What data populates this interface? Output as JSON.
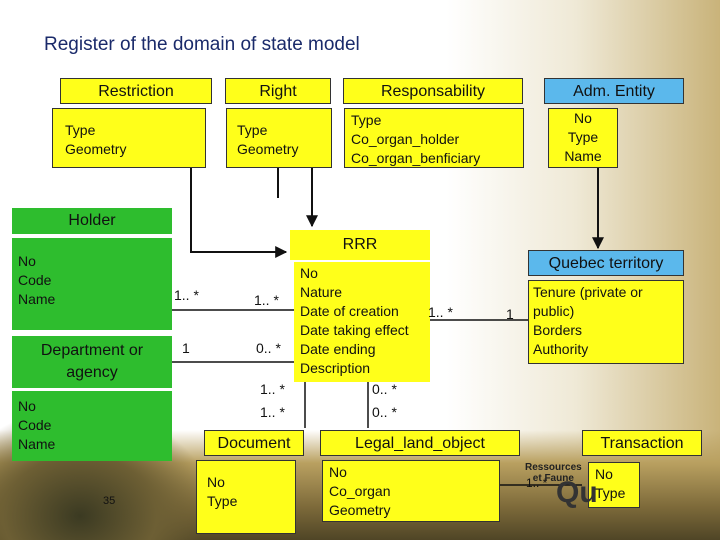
{
  "title": "Register of the domain of state model",
  "boxes": {
    "restriction": {
      "name": "Restriction",
      "attrs": [
        "Type",
        "Geometry"
      ]
    },
    "right": {
      "name": "Right",
      "attrs": [
        "Type",
        "Geometry"
      ]
    },
    "responsability": {
      "name": "Responsability",
      "attrs": [
        "Type",
        "Co_organ_holder",
        "Co_organ_benficiary"
      ]
    },
    "adm_entity": {
      "name": "Adm. Entity",
      "attrs": [
        "No",
        "Type",
        "Name"
      ]
    },
    "holder": {
      "name": "Holder",
      "attrs": [
        "No",
        "Code",
        "Name"
      ]
    },
    "department": {
      "name": "Department or agency",
      "attrs": [
        "No",
        "Code",
        "Name"
      ]
    },
    "rrr": {
      "name": "RRR",
      "attrs": [
        "No",
        "Nature",
        "Date of creation",
        "Date taking effect",
        "Date ending",
        "Description"
      ]
    },
    "quebec": {
      "name": "Quebec territory",
      "attrs": [
        "Tenure (private or",
        "public)",
        "Borders",
        "Authority"
      ]
    },
    "document": {
      "name": "Document",
      "attrs": [
        "No",
        "Type"
      ]
    },
    "legal": {
      "name": "Legal_land_object",
      "attrs": [
        "No",
        "Co_organ",
        "Geometry"
      ]
    },
    "transaction": {
      "name": "Transaction",
      "attrs": [
        "No",
        "Type"
      ]
    }
  },
  "multiplicities": {
    "holder_rrr_left": "1.. *",
    "holder_rrr_right": "1.. *",
    "dept_rrr_left": "1",
    "dept_rrr_right": "0.. *",
    "rrr_quebec_left": "1.. *",
    "rrr_quebec_right": "1",
    "doc_top": "1.. *",
    "doc_bottom": "1.. *",
    "legal_top": "0.. *",
    "legal_bottom": "0.. *",
    "legal_transaction": "1.. *"
  },
  "page_number": "35",
  "watermark": {
    "line1": "Ressources",
    "line2": "et Faune",
    "logo": "Qu"
  },
  "colors": {
    "yellow": "#ffff1a",
    "green": "#2ebd2e",
    "blue": "#5bb8ec",
    "title": "#1a2a6a"
  }
}
